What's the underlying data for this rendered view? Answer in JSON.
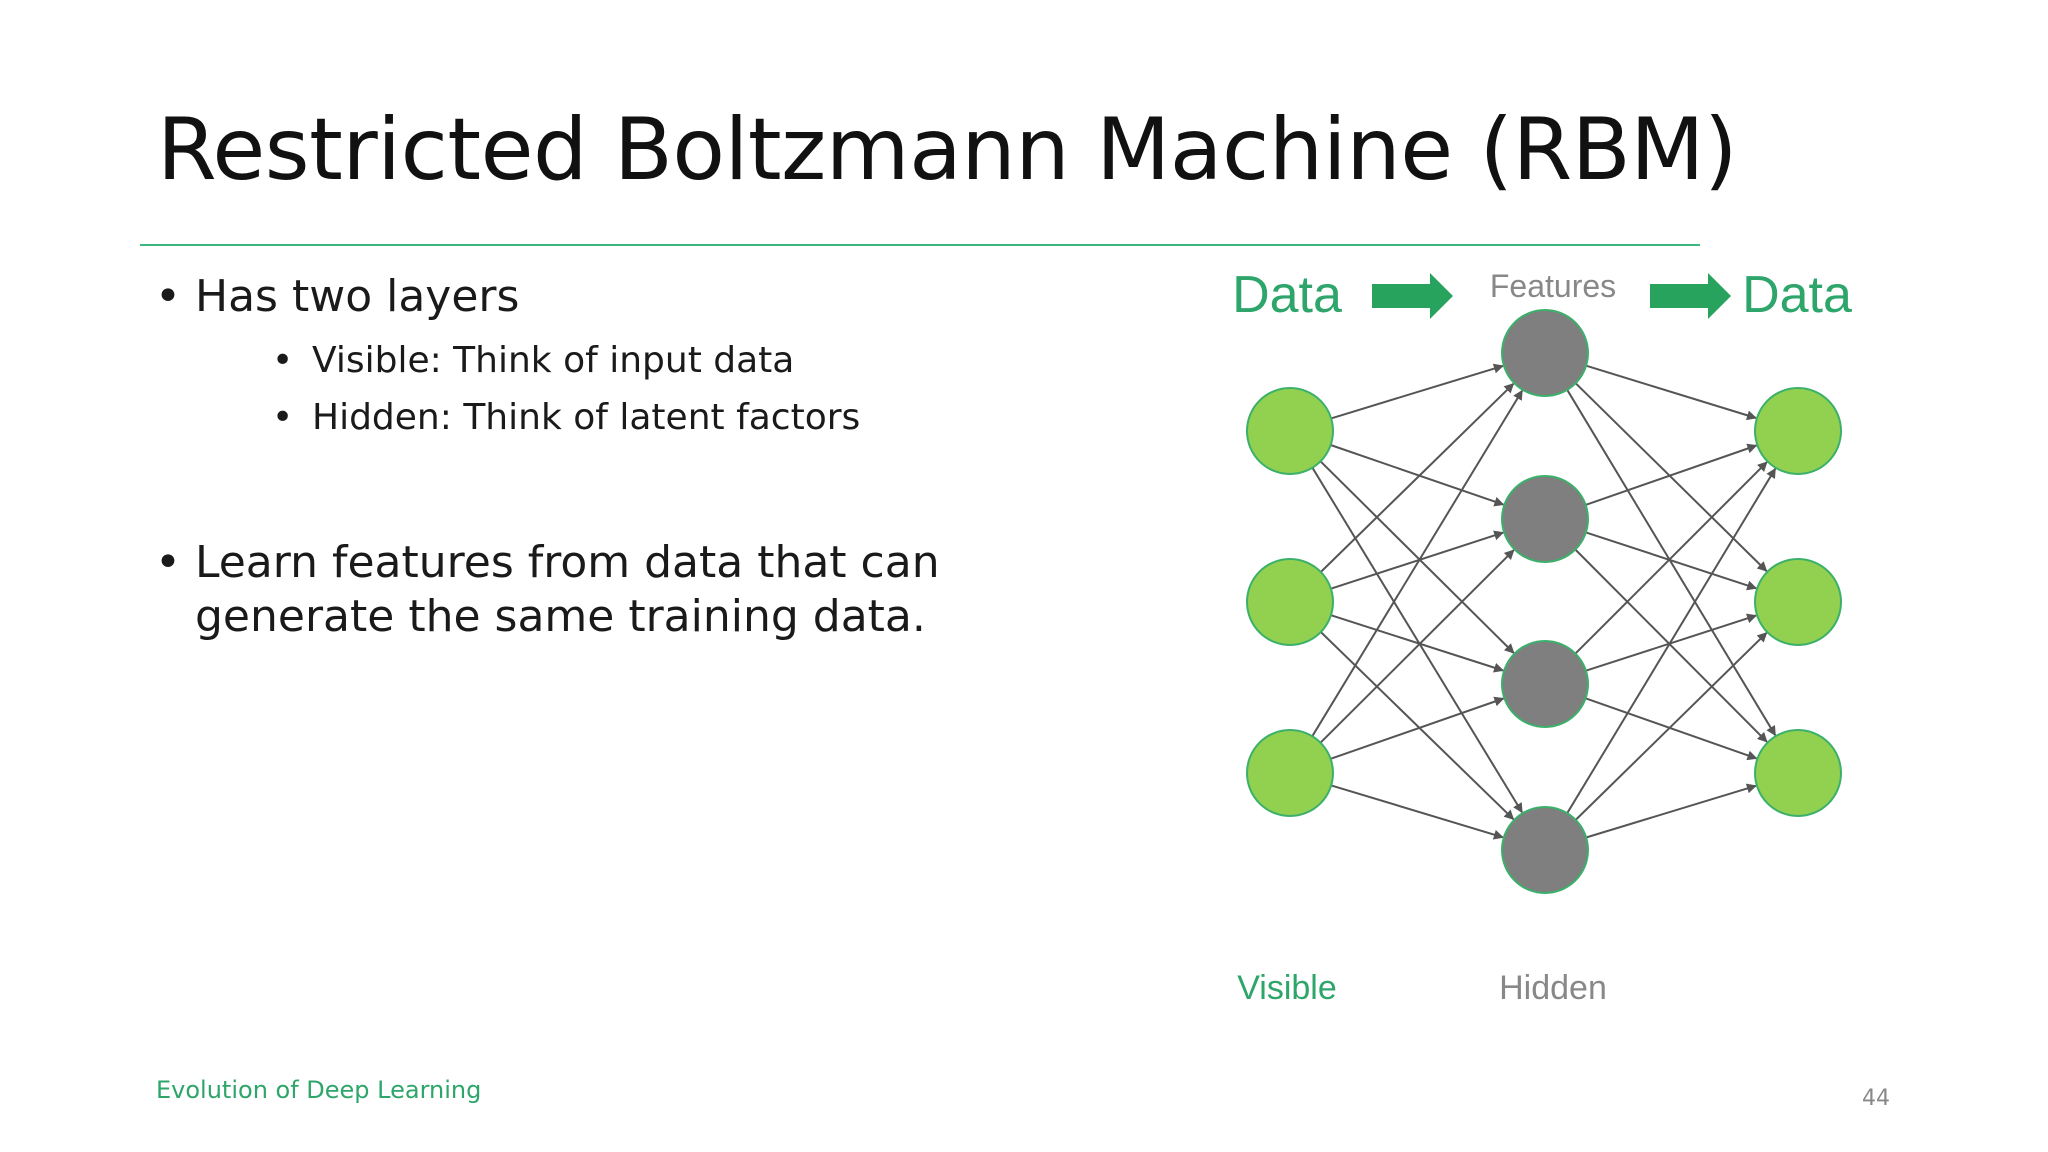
{
  "slide": {
    "title": "Restricted Boltzmann Machine (RBM)",
    "footer": "Evolution of Deep Learning",
    "page_number": "44"
  },
  "bullets": [
    {
      "text": "Has two layers",
      "sub": [
        "Visible: Think of input data",
        "Hidden: Think of latent factors"
      ]
    },
    {
      "text": "Learn features from data that can generate the same training data."
    }
  ],
  "diagram": {
    "top_labels": {
      "input": "Data",
      "middle": "Features",
      "output": "Data"
    },
    "bottom_labels": {
      "visible": "Visible",
      "hidden": "Hidden"
    },
    "layers": {
      "input_nodes": 3,
      "hidden_nodes": 4,
      "output_nodes": 3
    },
    "colors": {
      "green_text": "#2ea56a",
      "gray_text": "#888888",
      "visible_node": "#92d050",
      "hidden_node": "#7f7f7f",
      "node_stroke": "#3bb06a",
      "edge": "#555555",
      "arrow": "#27a35e"
    }
  }
}
